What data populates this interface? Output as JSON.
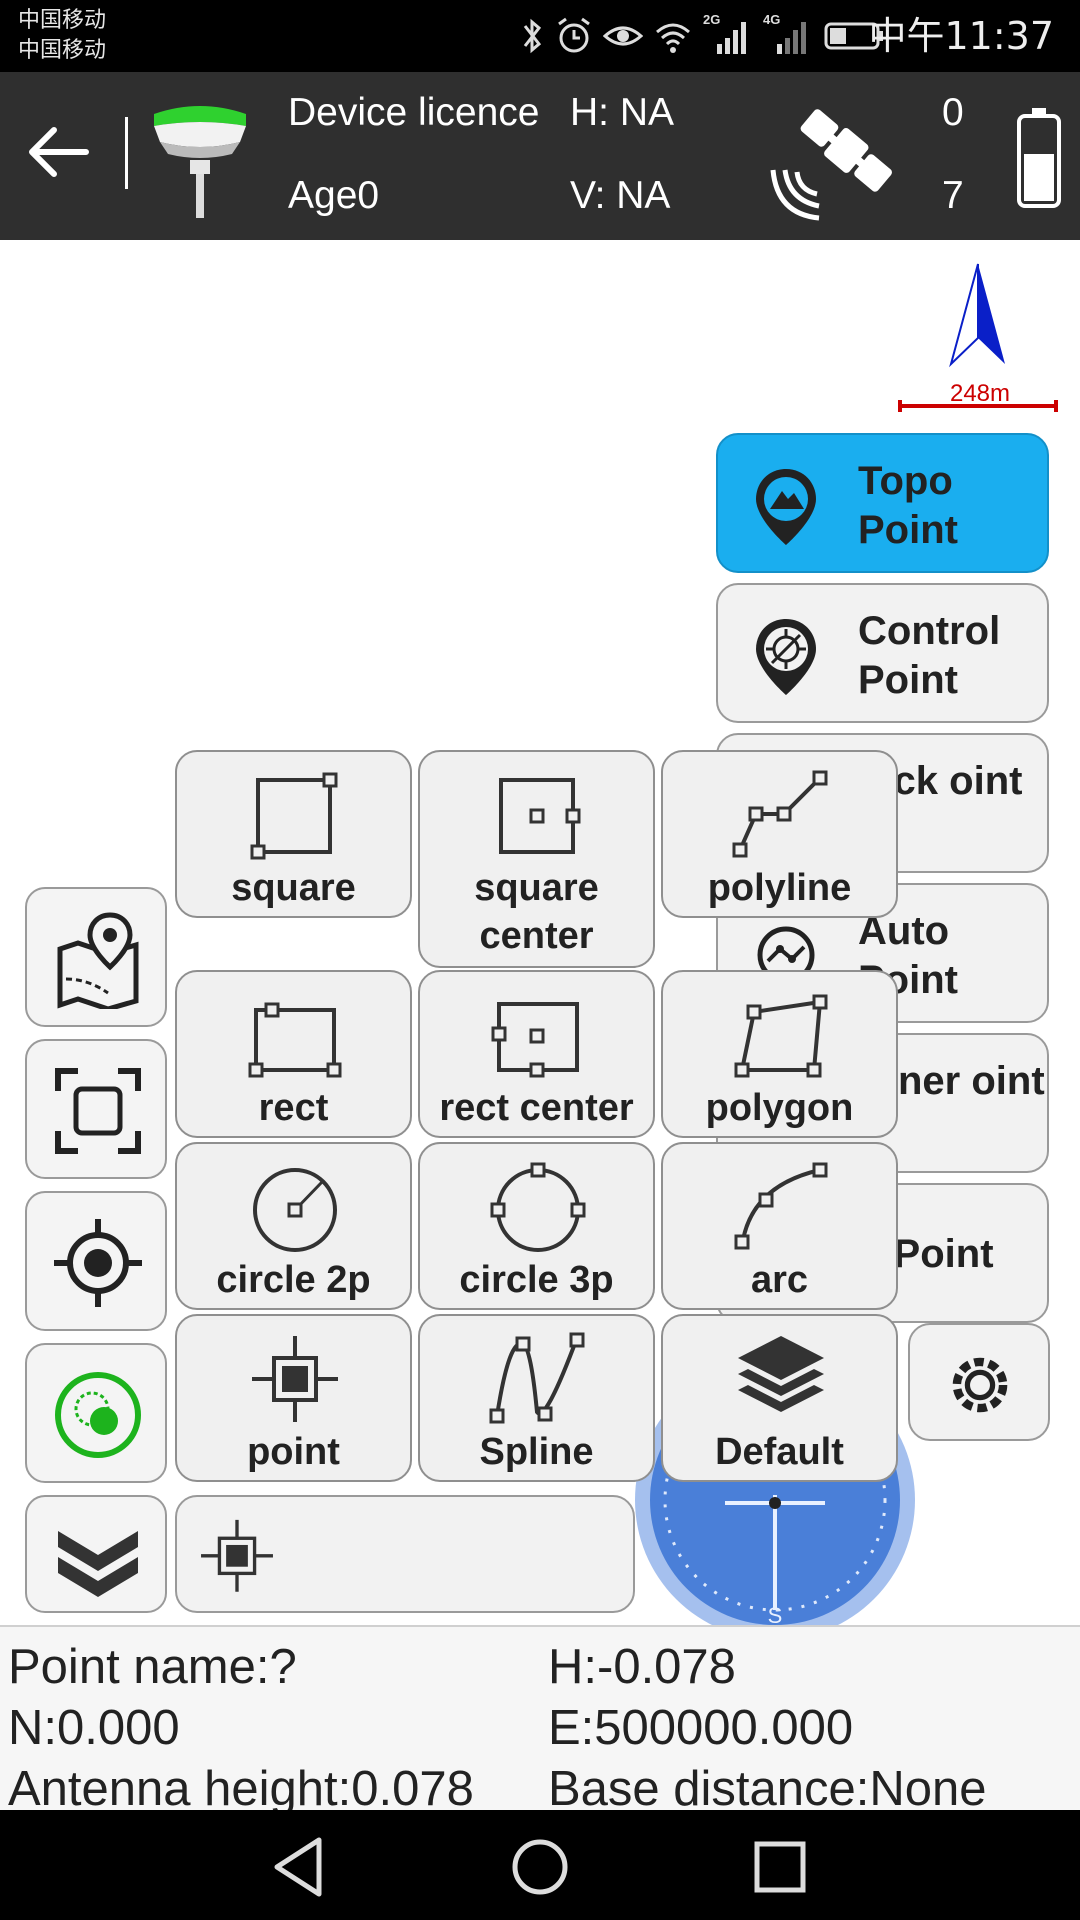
{
  "status_bar": {
    "carrier_1": "中国移动",
    "carrier_2": "中国移动",
    "net_2g": "2G",
    "net_4g": "4G",
    "time": "中午11:37"
  },
  "header": {
    "device_licence": "Device licence",
    "h_value": "H: NA",
    "age": "Age0",
    "v_value": "V: NA",
    "sat_used": "0",
    "sat_visible": "7"
  },
  "map": {
    "scale_label": "248m"
  },
  "side_buttons": [
    {
      "label": "Topo Point",
      "icon": "topo-point-icon",
      "active": true
    },
    {
      "label": "Control Point",
      "icon": "control-point-icon",
      "active": false
    },
    {
      "label": "uick oint",
      "icon": "quick-point-icon",
      "active": false
    },
    {
      "label": "Auto Point",
      "icon": "auto-point-icon",
      "active": false
    },
    {
      "label": "orner oint",
      "icon": "corner-point-icon",
      "active": false
    },
    {
      "label": "lt Point",
      "icon": "tilt-point-icon",
      "active": false
    }
  ],
  "shape_grid": [
    {
      "label": "square",
      "icon": "square-icon"
    },
    {
      "label": "square center",
      "icon": "square-center-icon"
    },
    {
      "label": "polyline",
      "icon": "polyline-icon"
    },
    {
      "label": "rect",
      "icon": "rect-icon"
    },
    {
      "label": "rect center",
      "icon": "rect-center-icon"
    },
    {
      "label": "polygon",
      "icon": "polygon-icon"
    },
    {
      "label": "circle 2p",
      "icon": "circle-2p-icon"
    },
    {
      "label": "circle 3p",
      "icon": "circle-3p-icon"
    },
    {
      "label": "arc",
      "icon": "arc-icon"
    },
    {
      "label": "point",
      "icon": "point-icon"
    },
    {
      "label": "Spline",
      "icon": "spline-icon"
    },
    {
      "label": "Default",
      "icon": "layers-icon"
    }
  ],
  "left_tools": [
    "map-pin-icon",
    "zoom-extent-icon",
    "locate-icon",
    "record-icon",
    "collapse-icon"
  ],
  "info": {
    "point_name": "Point name:?",
    "h": "H:-0.078",
    "n": "N:0.000",
    "e": "E:500000.000",
    "antenna_height": "Antenna height:0.078",
    "base_distance": "Base distance:None"
  },
  "colors": {
    "active_button": "#1aaeef",
    "header_bg": "#2f2f2f",
    "scale_red": "#cc0000",
    "record_green": "#1db31d",
    "compass_blue": "#5b8de0"
  }
}
